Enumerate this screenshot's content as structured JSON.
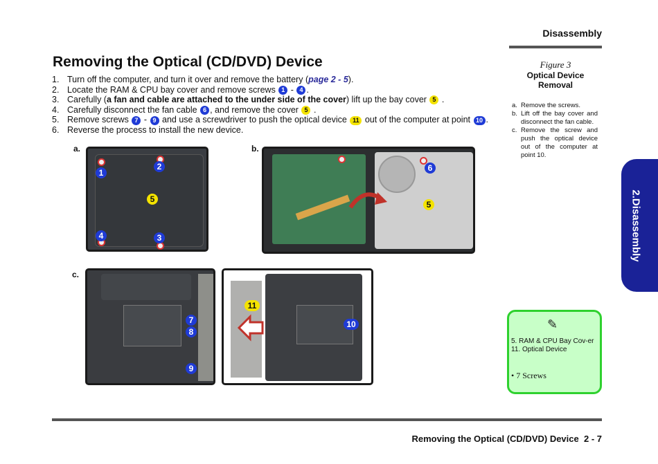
{
  "header": {
    "section": "Disassembly"
  },
  "title": "Removing the Optical (CD/DVD) Device",
  "steps": [
    {
      "n": "1.",
      "t1": "Turn off the computer, and turn it over and remove the battery (",
      "link": "page 2 - 5",
      "t2": ")."
    },
    {
      "n": "2.",
      "t1": "Locate the RAM & CPU bay cover and remove screws",
      "c1": "1",
      "sep": "-",
      "c2": "4",
      "end": "."
    },
    {
      "n": "3.",
      "t1": "Carefully (",
      "bold": "a fan and cable are attached to the under side of the cover",
      "t2": ") lift up the bay cover",
      "c1": "5",
      "end": "."
    },
    {
      "n": "4.",
      "t1": "Carefully disconnect the fan cable",
      "c1": "6",
      "t2": ", and remove the cover",
      "c2": "5",
      "end": "."
    },
    {
      "n": "5.",
      "t1": "Remove screws",
      "c1": "7",
      "sep": "-",
      "c2": "9",
      "t2": "and use a screwdriver to push the optical device",
      "c3": "11",
      "t3": "out of the computer at point",
      "c4": "10",
      "end": "."
    },
    {
      "n": "6.",
      "t1": "Reverse the process to install the new device."
    }
  ],
  "figure_labels": {
    "a": "a.",
    "b": "b.",
    "c": "c."
  },
  "callouts": {
    "a": [
      "1",
      "2",
      "5",
      "4",
      "3"
    ],
    "b": [
      "6",
      "5"
    ],
    "c1": [
      "7",
      "8",
      "9"
    ],
    "c2": [
      "11",
      "10"
    ]
  },
  "figure": {
    "number": "Figure 3",
    "title": "Optical Device Removal",
    "items": [
      {
        "l": "a.",
        "t": "Remove the screws."
      },
      {
        "l": "b.",
        "t": "Lift off the bay cover and disconnect the fan cable."
      },
      {
        "l": "c.",
        "t": "Remove the screw and push the optical device out of the computer at point 10."
      }
    ]
  },
  "side_tab": "2.Disassembly",
  "note": {
    "items": [
      "5.   RAM & CPU Bay Cov-er",
      "11. Optical Device"
    ],
    "bullet": "•   7 Screws"
  },
  "footer": {
    "title": "Removing the Optical (CD/DVD) Device",
    "page": "2  -  7"
  },
  "colors": {
    "callout_blue": "#1f3bd6",
    "callout_yellow": "#f4e300",
    "tab_blue": "#1a2297",
    "note_green": "#2ed12e"
  }
}
